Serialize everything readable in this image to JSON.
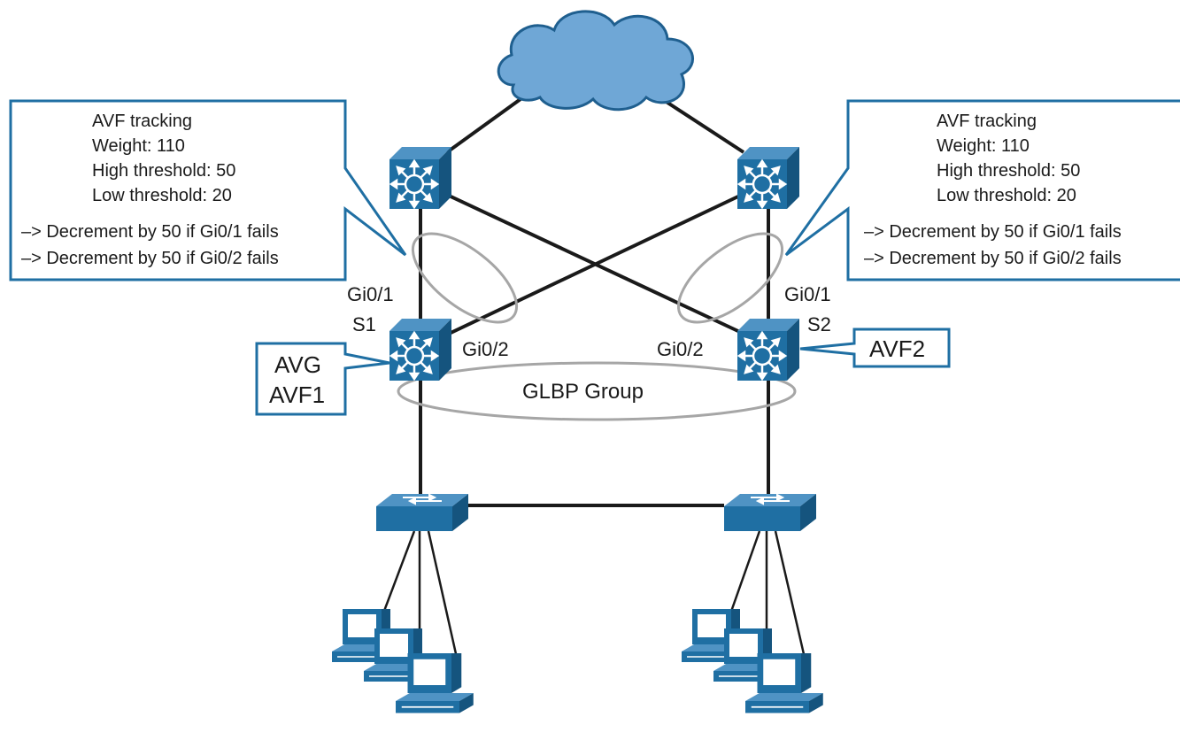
{
  "colors": {
    "device_blue": "#1f6fa3",
    "device_dark": "#15547e",
    "cloud_fill": "#6fa7d6",
    "cloud_stroke": "#1f5f8f",
    "callout_border": "#1f6fa3",
    "ellipse_gray": "#a6a6a6",
    "link": "#1a1a1a"
  },
  "callout_left": {
    "lines": [
      "AVF tracking",
      "Weight: 110",
      "High threshold: 50",
      "Low threshold: 20"
    ],
    "decrements": [
      "–> Decrement by 50 if Gi0/1 fails",
      "–> Decrement by 50 if Gi0/2 fails"
    ]
  },
  "callout_right": {
    "lines": [
      "AVF tracking",
      "Weight: 110",
      "High threshold: 50",
      "Low threshold: 20"
    ],
    "decrements": [
      "–> Decrement by 50 if Gi0/1 fails",
      "–> Decrement by 50 if Gi0/2 fails"
    ]
  },
  "switch_s1": {
    "name": "S1",
    "port_up": "Gi0/1",
    "port_cross": "Gi0/2",
    "roles": [
      "AVG",
      "AVF1"
    ]
  },
  "switch_s2": {
    "name": "S2",
    "port_up": "Gi0/1",
    "port_cross": "Gi0/2",
    "roles": [
      "AVF2"
    ]
  },
  "glbp_group": {
    "label": "GLBP Group"
  },
  "icons": {
    "cloud": "cloud-icon",
    "router": "multilayer-switch-icon",
    "access_switch": "workgroup-switch-icon",
    "pc": "pc-icon"
  }
}
